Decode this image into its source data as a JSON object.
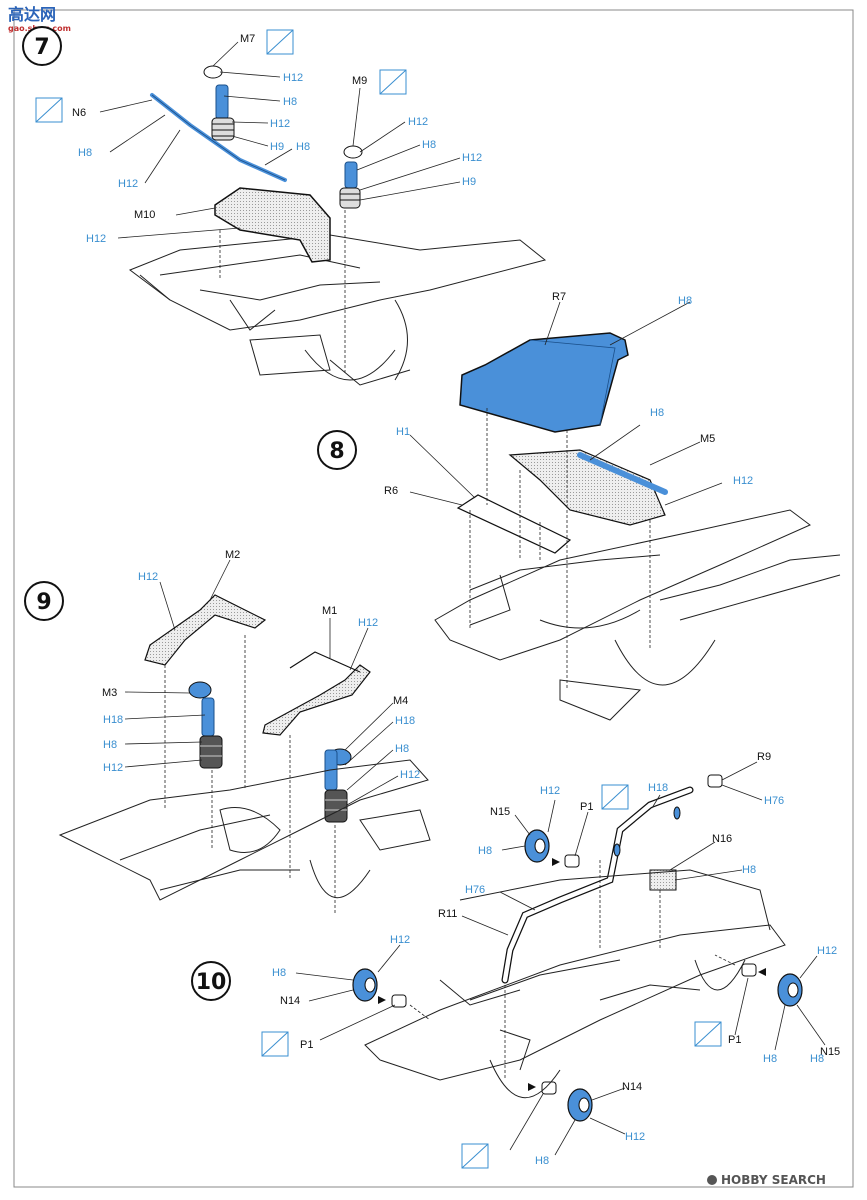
{
  "watermark_top": {
    "brand": "高达网",
    "url": "gao.shou.com"
  },
  "watermark_bottom": {
    "brand": "HOBBY SEARCH"
  },
  "colors": {
    "paint_blue": "#4a90d9",
    "paint_gray": "#6b6b6b",
    "code_blue": "#3a8fd0"
  },
  "steps": [
    {
      "number": "7"
    },
    {
      "number": "8"
    },
    {
      "number": "9"
    },
    {
      "number": "10"
    }
  ],
  "step7": {
    "parts": [
      "M7",
      "M9",
      "N6",
      "M10"
    ],
    "codes": [
      "H12",
      "H8",
      "H12",
      "H9",
      "H8",
      "H12",
      "H8",
      "H12",
      "H9",
      "H8",
      "H12",
      "H12"
    ]
  },
  "step8": {
    "parts": [
      "R7",
      "M5",
      "R6"
    ],
    "codes": [
      "H8",
      "H1",
      "H8",
      "H12"
    ]
  },
  "step9": {
    "parts": [
      "M2",
      "M1",
      "M3",
      "M4"
    ],
    "codes": [
      "H12",
      "H12",
      "H18",
      "H8",
      "H12",
      "H18",
      "H8",
      "H12"
    ]
  },
  "step10": {
    "parts": [
      "R9",
      "N15",
      "P1",
      "N16",
      "R11",
      "N14",
      "P1",
      "N15",
      "N14",
      "P1"
    ],
    "codes": [
      "H12",
      "H18",
      "H76",
      "H8",
      "H76",
      "H8",
      "H12",
      "H8",
      "H12",
      "H8",
      "H8",
      "H12",
      "H8"
    ]
  }
}
